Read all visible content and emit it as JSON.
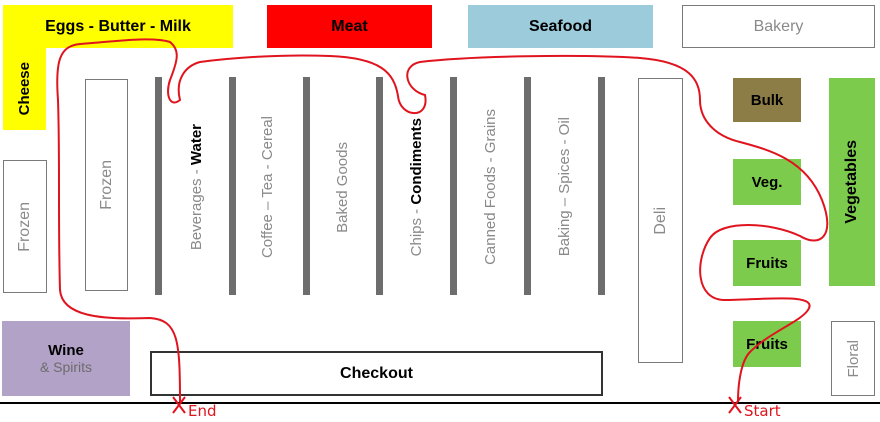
{
  "sections": {
    "eggs": "Eggs - Butter - Milk",
    "meat": "Meat",
    "seafood": "Seafood",
    "bakery": "Bakery",
    "cheese": "Cheese",
    "frozen_left": "Frozen",
    "frozen_inner": "Frozen",
    "wine": "Wine",
    "spirits": "& Spirits",
    "checkout": "Checkout",
    "deli": "Deli",
    "bulk": "Bulk",
    "veg": "Veg.",
    "fruits_1": "Fruits",
    "fruits_2": "Fruits",
    "vegetables": "Vegetables",
    "floral": "Floral"
  },
  "aisles": {
    "beverages": "Beverages - ",
    "water": "Water",
    "coffee": "Coffee – Tea - Cereal",
    "baked": "Baked Goods",
    "chips": "Chips - ",
    "condiments": "Condiments",
    "canned": "Canned Foods - Grains",
    "baking": "Baking – Spices - Oil"
  },
  "route": {
    "start": "Start",
    "end": "End",
    "color": "#e0141e"
  },
  "colors": {
    "yellow": "#ffff00",
    "red": "#ff0000",
    "blue": "#9ccbdc",
    "purple": "#b3a2c7",
    "olive": "#8c7d46",
    "green": "#7ccb4c"
  }
}
